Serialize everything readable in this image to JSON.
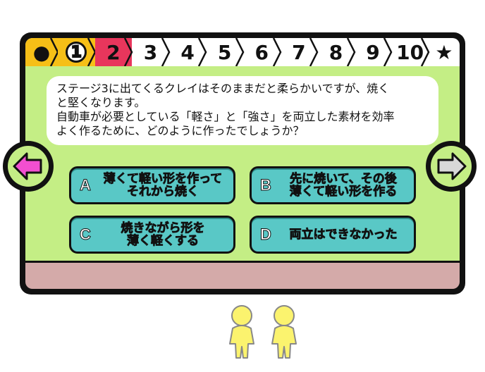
{
  "stages": [
    {
      "label": "●",
      "type": "dot"
    },
    {
      "label": "1",
      "type": "completed"
    },
    {
      "label": "2",
      "type": "current"
    },
    {
      "label": "3",
      "type": "locked"
    },
    {
      "label": "4",
      "type": "locked"
    },
    {
      "label": "5",
      "type": "locked"
    },
    {
      "label": "6",
      "type": "locked"
    },
    {
      "label": "7",
      "type": "locked"
    },
    {
      "label": "8",
      "type": "locked"
    },
    {
      "label": "9",
      "type": "locked"
    },
    {
      "label": "10",
      "type": "locked"
    },
    {
      "label": "★",
      "type": "star"
    }
  ],
  "question": {
    "lines": [
      "ステージ3に出てくるクレイはそのままだと柔らかいですが、焼く",
      "と堅くなります。",
      "自動車が必要としている「軽さ」と「強さ」を両立した素材を効率",
      "よく作るために、どのように作ったでしょうか？"
    ]
  },
  "answers": {
    "a": {
      "letter": "A",
      "line1": "薄くて軽い形を作って",
      "line2": "それから焼く"
    },
    "b": {
      "letter": "B",
      "line1": "先に焼いて、その後",
      "line2": "薄くて軽い形を作る"
    },
    "c": {
      "letter": "C",
      "line1": "焼きながら形を",
      "line2": "薄く軽くする"
    },
    "d": {
      "letter": "D",
      "line1": "両立はできなかった",
      "line2": ""
    }
  },
  "colors": {
    "stage_done": "#f6bf17",
    "stage_current": "#e8365c",
    "panel": "#c4ee85",
    "answer": "#59c8c6",
    "strip": "#d4aaa9",
    "prev_arrow": "#f24fd0",
    "next_arrow": "#d8d8d8",
    "figure": "#fbf36e"
  },
  "icons": {
    "prev": "left-arrow-icon",
    "next": "right-arrow-icon"
  }
}
